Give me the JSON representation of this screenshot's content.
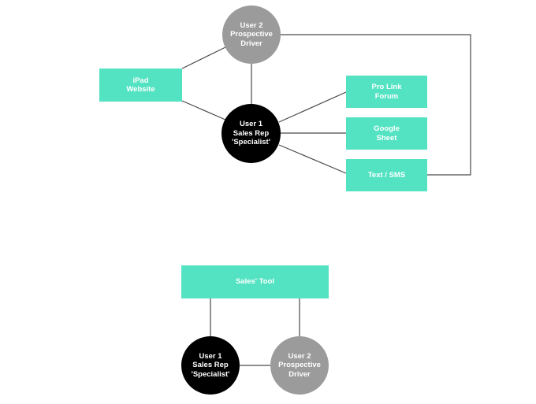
{
  "colors": {
    "box": "#53e3c2",
    "user2": "#9b9b9b",
    "user1": "#000000",
    "line": "#4a4a4a"
  },
  "diagram1": {
    "user2": {
      "line1": "User 2",
      "line2": "Prospective",
      "line3": "Driver"
    },
    "user1": {
      "line1": "User 1",
      "line2": "Sales Rep",
      "line3": "'Specialist'"
    },
    "ipad": {
      "line1": "iPad",
      "line2": "Website"
    },
    "prolink": {
      "line1": "Pro Link",
      "line2": "Forum"
    },
    "google": {
      "line1": "Google",
      "line2": "Sheet"
    },
    "sms": {
      "line1": "Text / SMS"
    }
  },
  "diagram2": {
    "tool": {
      "line1": "Sales' Tool"
    },
    "user1": {
      "line1": "User 1",
      "line2": "Sales Rep",
      "line3": "'Specialist'"
    },
    "user2": {
      "line1": "User 2",
      "line2": "Prospective",
      "line3": "Driver"
    }
  }
}
